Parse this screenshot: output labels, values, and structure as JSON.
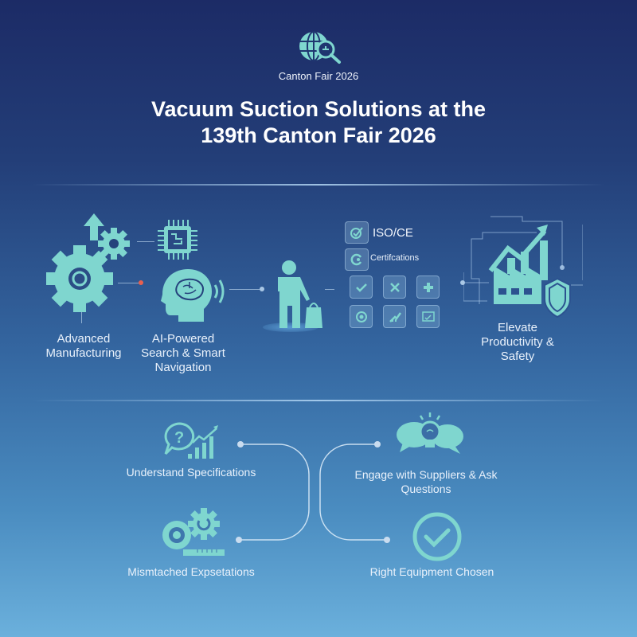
{
  "header": {
    "logo_icon": "globe-search-icon",
    "logo_label": "Canton Fair 2026",
    "title_line1": "Vacuum Suction Solutions at the",
    "title_line2": "139th Canton Fair 2026"
  },
  "top_section": {
    "advanced_manufacturing": {
      "icon": "gears-arrow-icon",
      "label_line1": "Advanced",
      "label_line2": "Manufacturing"
    },
    "ai_search": {
      "icons": [
        "chip-icon",
        "brain-head-icon"
      ],
      "label_line1": "AI-Powered",
      "label_line2": "Search & Smart",
      "label_line3": "Navigation"
    },
    "buyer": {
      "icon": "person-shopping-bag-icon"
    },
    "certifications": {
      "iso_label": "ISO/CE",
      "cert_label": "Certifcations",
      "tiles": [
        "check-icon",
        "tools-icon",
        "plus-icon",
        "lion-seal-icon",
        "chart-up-icon",
        "monitor-check-icon"
      ]
    },
    "productivity": {
      "icon": "factory-chart-shield-icon",
      "label_line1": "Elevate",
      "label_line2": "Productivity &",
      "label_line3": "Safety"
    }
  },
  "bottom_section": {
    "understand_specs": {
      "icon": "question-chart-icon",
      "label": "Understand Specifications"
    },
    "mismatched": {
      "icon": "gear-target-ruler-icon",
      "label": "Mismtached Expsetations"
    },
    "engage": {
      "icon": "chat-lightbulb-icon",
      "label_line1": "Engage with Suppliers & Ask",
      "label_line2": "Questions"
    },
    "right_equipment": {
      "icon": "circle-check-icon",
      "label": "Right Equipment Chosen"
    }
  },
  "colors": {
    "bg_top": "#1c2b66",
    "bg_bottom": "#6bb0dc",
    "accent_teal": "#7fd6cf",
    "accent_red_dot": "#e8604f"
  }
}
